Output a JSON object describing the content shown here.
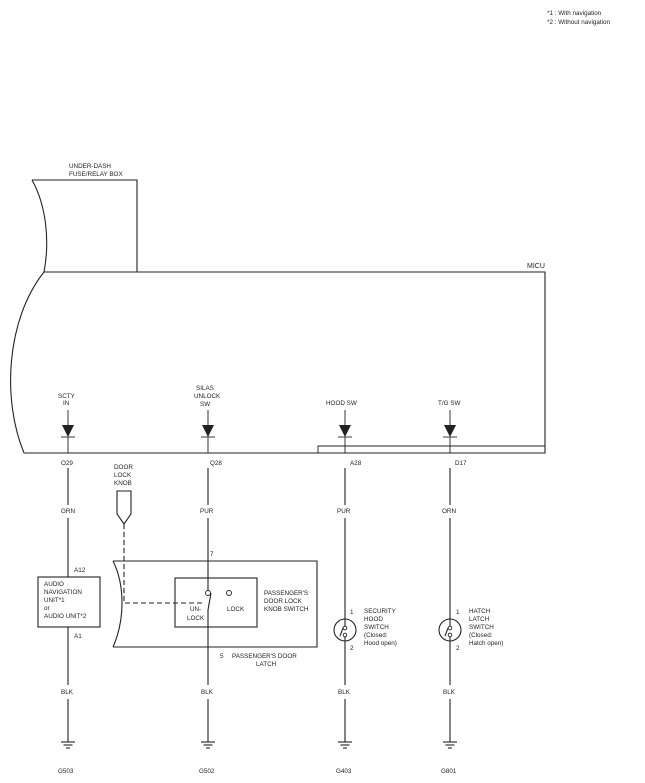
{
  "notes": {
    "note1": "*1 : With navigation",
    "note2": "*2 : Without navigation"
  },
  "fuse_box": {
    "line1": "UNDER-DASH",
    "line2": "FUSE/RELAY BOX"
  },
  "micu": {
    "label": "MICU"
  },
  "inputs": [
    {
      "lines": [
        "SCTY",
        "IN"
      ],
      "terminal": "O29",
      "wire_color": "GRN"
    },
    {
      "lines": [
        "SILAS",
        "UNLOCK",
        "SW"
      ],
      "terminal": "Q28",
      "wire_color": "PUR"
    },
    {
      "lines": [
        "HOOD SW"
      ],
      "terminal": "A28",
      "wire_color": "PUR"
    },
    {
      "lines": [
        "T/G SW"
      ],
      "terminal": "D17",
      "wire_color": "ORN"
    }
  ],
  "door_lock_knob": {
    "lines": [
      "DOOR",
      "LOCK",
      "KNOB"
    ]
  },
  "audio_unit": {
    "pin_top": "A12",
    "pin_bottom": "A1",
    "lines": [
      "AUDIO",
      "NAVIGATION",
      "UNIT*1",
      "or",
      "AUDIO UNIT*2"
    ]
  },
  "door_latch": {
    "pin_top": "7",
    "pin_bottom": "5",
    "switch_lines": [
      "PASSENGER'S",
      "DOOR LOCK",
      "KNOB SWITCH"
    ],
    "unlock_lines": [
      "UN-",
      "LOCK"
    ],
    "lock_label": "LOCK",
    "latch_line1": "PASSENGER'S  DOOR",
    "latch_line2": "LATCH"
  },
  "hood_switch": {
    "pin_top": "1",
    "pin_bottom": "2",
    "lines": [
      "SECURITY",
      "HOOD",
      "SWITCH",
      "(Closed:",
      "Hood open)"
    ]
  },
  "hatch_switch": {
    "pin_top": "1",
    "pin_bottom": "2",
    "lines": [
      "HATCH",
      "LATCH",
      "SWITCH",
      "(Closed:",
      "Hatch open)"
    ]
  },
  "ground_wire_color": "BLK",
  "grounds": [
    "G503",
    "G502",
    "G403",
    "G801"
  ]
}
